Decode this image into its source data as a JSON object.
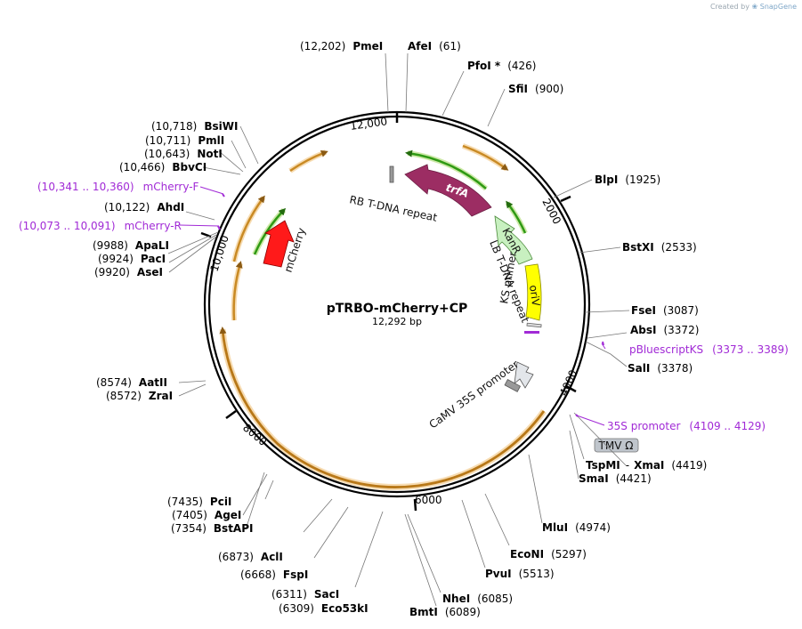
{
  "credit": {
    "prefix": "Created by",
    "brand": "SnapGene"
  },
  "plasmid": {
    "name": "pTRBO-mCherry+CP",
    "size_label": "12,292 bp",
    "length": 12292
  },
  "colors": {
    "orange": "#f0a23a",
    "orange_glow": "#f7dcb2",
    "green": "#2f9a14",
    "green_glow": "#cde9a8",
    "trfA": "#9c2d63",
    "kanR": "#c8f0c0",
    "oriV": "#ffff00",
    "mcherry": "#ff1a1a",
    "primer": "#a12ad6",
    "tmv": "#bfc5cc",
    "ks": "#e3e6ea"
  },
  "ticks": [
    "12,000",
    "2000",
    "4000",
    "6000",
    "8000",
    "10,000"
  ],
  "features": [
    {
      "id": "rb",
      "label": "RB T-DNA repeat"
    },
    {
      "id": "trfa",
      "label": "trfA"
    },
    {
      "id": "kanr",
      "label": "KanR"
    },
    {
      "id": "lb",
      "label": "LB T-DNA repeat"
    },
    {
      "id": "oriv",
      "label": "oriV"
    },
    {
      "id": "ks",
      "label": "KS primer"
    },
    {
      "id": "camv",
      "label": "CaMV 35S promoter"
    },
    {
      "id": "mcherry",
      "label": "mCherry"
    },
    {
      "id": "tmv",
      "label": "TMV Ω"
    }
  ],
  "enzymes": [
    {
      "id": "pmei",
      "name": "PmeI",
      "pos": "(12,202)"
    },
    {
      "id": "afei",
      "name": "AfeI",
      "pos": "(61)"
    },
    {
      "id": "pfoi",
      "name": "PfoI *",
      "pos": "(426)"
    },
    {
      "id": "sfii",
      "name": "SfiI",
      "pos": "(900)"
    },
    {
      "id": "blpi",
      "name": "BlpI",
      "pos": "(1925)"
    },
    {
      "id": "bstxi",
      "name": "BstXI",
      "pos": "(2533)"
    },
    {
      "id": "fsei",
      "name": "FseI",
      "pos": "(3087)"
    },
    {
      "id": "absi",
      "name": "AbsI",
      "pos": "(3372)"
    },
    {
      "id": "sali",
      "name": "SalI",
      "pos": "(3378)"
    },
    {
      "id": "tspmi",
      "name": "TspMI",
      "pos": ""
    },
    {
      "id": "xmai",
      "name": "XmaI",
      "pos": "(4419)"
    },
    {
      "id": "smai",
      "name": "SmaI",
      "pos": "(4421)"
    },
    {
      "id": "mlui",
      "name": "MluI",
      "pos": "(4974)"
    },
    {
      "id": "econi",
      "name": "EcoNI",
      "pos": "(5297)"
    },
    {
      "id": "pvui",
      "name": "PvuI",
      "pos": "(5513)"
    },
    {
      "id": "nhei",
      "name": "NheI",
      "pos": "(6085)"
    },
    {
      "id": "bmti",
      "name": "BmtI",
      "pos": "(6089)"
    },
    {
      "id": "saci",
      "name": "SacI",
      "pos": "(6311)"
    },
    {
      "id": "eco53ki",
      "name": "Eco53kI",
      "pos": "(6309)"
    },
    {
      "id": "fspi",
      "name": "FspI",
      "pos": "(6668)"
    },
    {
      "id": "acli",
      "name": "AclI",
      "pos": "(6873)"
    },
    {
      "id": "pcii",
      "name": "PciI",
      "pos": "(7435)"
    },
    {
      "id": "agei",
      "name": "AgeI",
      "pos": "(7405)"
    },
    {
      "id": "bstapi",
      "name": "BstAPI",
      "pos": "(7354)"
    },
    {
      "id": "aatii",
      "name": "AatII",
      "pos": "(8574)"
    },
    {
      "id": "zrai",
      "name": "ZraI",
      "pos": "(8572)"
    },
    {
      "id": "apali",
      "name": "ApaLI",
      "pos": "(9988)"
    },
    {
      "id": "paci",
      "name": "PacI",
      "pos": "(9924)"
    },
    {
      "id": "asei",
      "name": "AseI",
      "pos": "(9920)"
    },
    {
      "id": "ahdi",
      "name": "AhdI",
      "pos": "(10,122)"
    },
    {
      "id": "bbvci",
      "name": "BbvCI",
      "pos": "(10,466)"
    },
    {
      "id": "noti",
      "name": "NotI",
      "pos": "(10,643)"
    },
    {
      "id": "pmli",
      "name": "PmlI",
      "pos": "(10,711)"
    },
    {
      "id": "bsiwi",
      "name": "BsiWI",
      "pos": "(10,718)"
    }
  ],
  "primers": [
    {
      "id": "mcherryf",
      "name": "mCherry-F",
      "pos": "(10,341 .. 10,360)"
    },
    {
      "id": "mcherryr",
      "name": "mCherry-R",
      "pos": "(10,073 .. 10,091)"
    },
    {
      "id": "pbluescriptks",
      "name": "pBluescriptKS",
      "pos": "(3373 .. 3389)"
    },
    {
      "id": "promoter35s",
      "name": "35S promoter",
      "pos": "(4109 .. 4129)"
    }
  ]
}
